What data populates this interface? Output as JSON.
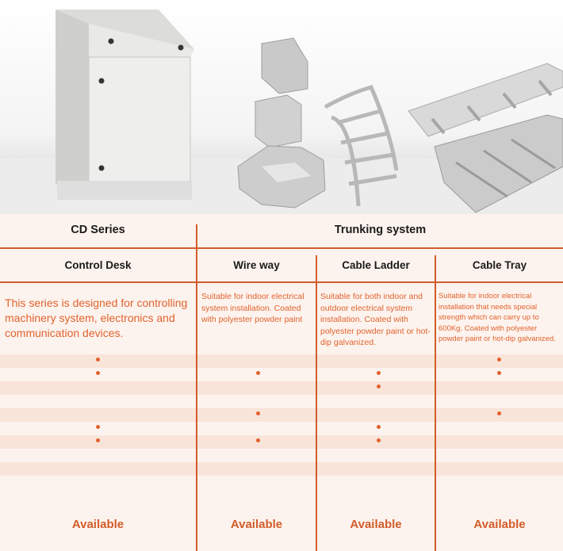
{
  "images": {
    "hero_icons": [
      "control-desk-cabinet-icon",
      "wire-way-trunking-icon",
      "cable-ladder-icon",
      "cable-tray-icon"
    ],
    "metal_color": "#d8d8d8",
    "cabinet_color": "#e8e8e6"
  },
  "header": {
    "group1": "CD Series",
    "group2": "Trunking system"
  },
  "columns": [
    {
      "name": "Control Desk",
      "description": "This series is designed for controlling machinery system, electronics and communication devices.",
      "availability": "Available"
    },
    {
      "name": "Wire way",
      "description": "Suitable for indoor electrical system installation. Coated with polyester powder paint",
      "availability": "Available"
    },
    {
      "name": "Cable Ladder",
      "description": "Suitable for both indoor and outdoor electrical system installation. Coated with polyester powder paint or hot-dip galvanized.",
      "availability": "Available"
    },
    {
      "name": "Cable Tray",
      "description": "Suitable for indoor electrical installation that needs special strength which can carry up to 600Kg. Coated with polyester powder paint or hot-dip galvanized.",
      "availability": "Available"
    }
  ],
  "feature_marks": [
    [
      true,
      true,
      false,
      false,
      false,
      true,
      true,
      false,
      false,
      false
    ],
    [
      false,
      true,
      false,
      false,
      true,
      false,
      true,
      false,
      false,
      false
    ],
    [
      false,
      true,
      true,
      false,
      false,
      true,
      true,
      false,
      false,
      false
    ],
    [
      true,
      true,
      false,
      false,
      true,
      false,
      false,
      false,
      false,
      false
    ]
  ],
  "colors": {
    "accent": "#d35c2b",
    "text_accent": "#e0632e",
    "background": "#fdf3ee",
    "stripe": "#f9e4da"
  }
}
